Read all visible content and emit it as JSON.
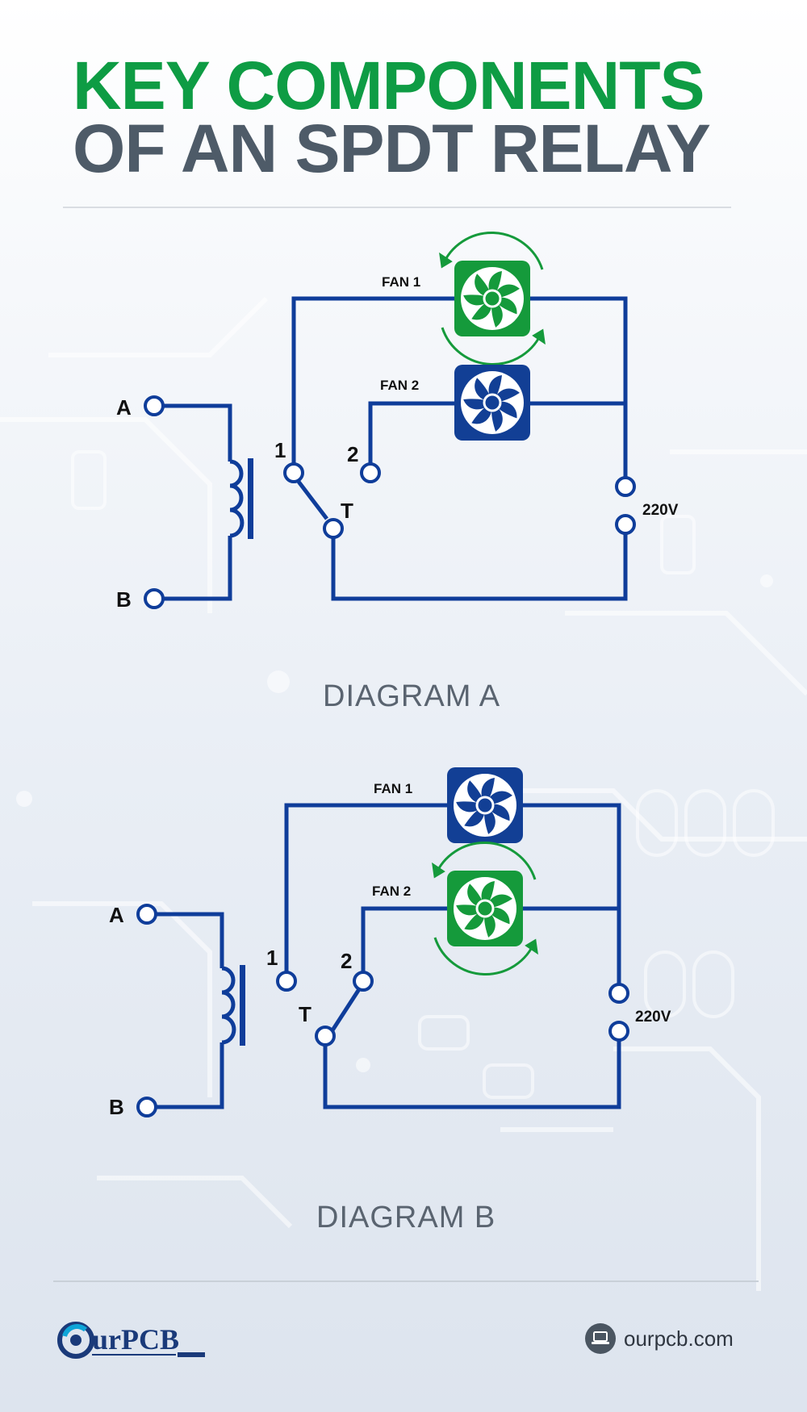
{
  "title": {
    "line1": "KEY COMPONENTS",
    "line2": "OF AN SPDT RELAY"
  },
  "diagrams": [
    {
      "caption": "DIAGRAM A",
      "labels": {
        "a": "A",
        "b": "B",
        "pos1": "1",
        "pos2": "2",
        "common": "T",
        "fan1": "FAN 1",
        "fan2": "FAN 2",
        "voltage": "220V"
      },
      "switch_position": "1",
      "active_fan": "FAN 1"
    },
    {
      "caption": "DIAGRAM B",
      "labels": {
        "a": "A",
        "b": "B",
        "pos1": "1",
        "pos2": "2",
        "common": "T",
        "fan1": "FAN 1",
        "fan2": "FAN 2",
        "voltage": "220V"
      },
      "switch_position": "2",
      "active_fan": "FAN 2"
    }
  ],
  "footer": {
    "logo_text": "urPCB",
    "website": "ourpcb.com"
  },
  "colors": {
    "wire": "#0f3d9a",
    "active_fan": "#159a3b",
    "inactive_fan": "#123f95",
    "title_green": "#0e9c44",
    "title_gray": "#4e5b68"
  },
  "icons": {
    "fan": "fan-icon",
    "rotation": "rotation-arrows-icon",
    "website": "laptop-icon"
  }
}
